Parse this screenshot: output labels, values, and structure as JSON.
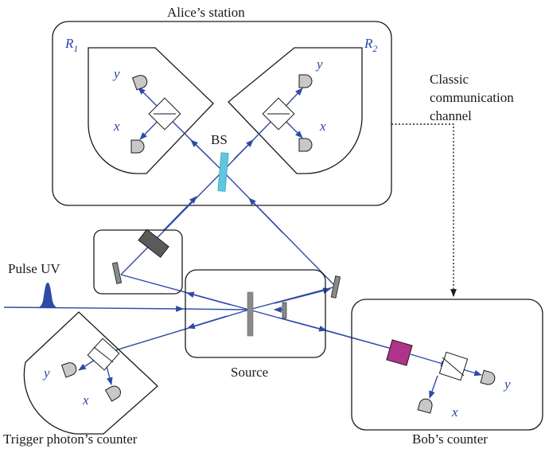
{
  "labels": {
    "alice_station": "Alice’s station",
    "r1_main": "R",
    "r1_sub": "1",
    "r2_main": "R",
    "r2_sub": "2",
    "bs": "BS",
    "classic_line1": "Classic",
    "classic_line2": "communication",
    "classic_line3": "channel",
    "pulse_uv": "Pulse UV",
    "source": "Source",
    "trigger_counter": "Trigger photon’s counter",
    "bob_counter": "Bob’s counter",
    "y": "y",
    "x": "x"
  },
  "colors": {
    "beam": "#2f4aa6",
    "beamsplitter": "#5ec8e0",
    "bob_crystal": "#b0338a",
    "mirror": "#8a8a8a",
    "detector": "#c8c8c8"
  }
}
